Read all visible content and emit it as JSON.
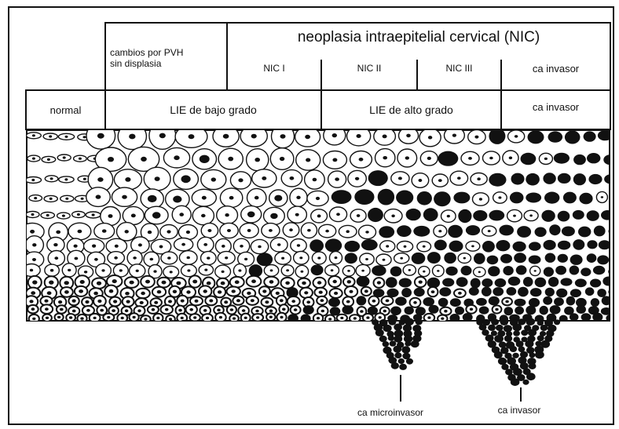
{
  "header": {
    "hpv_label_line1": "cambios por PVH",
    "hpv_label_line2": "sin displasia",
    "nic_title": "neoplasia intraepitelial cervical (NIC)",
    "nic_grades": [
      "NIC I",
      "NIC II",
      "NIC III",
      "ca invasor"
    ]
  },
  "bethesda": {
    "normal": "normal",
    "lie_low": "LIE de bajo grado",
    "lie_high": "LIE de alto grado",
    "invasive": "ca invasor"
  },
  "captions": {
    "microinvasive": "ca microinvasor",
    "invasive": "ca invasor"
  },
  "colors": {
    "ink": "#111111",
    "paper": "#ffffff"
  }
}
